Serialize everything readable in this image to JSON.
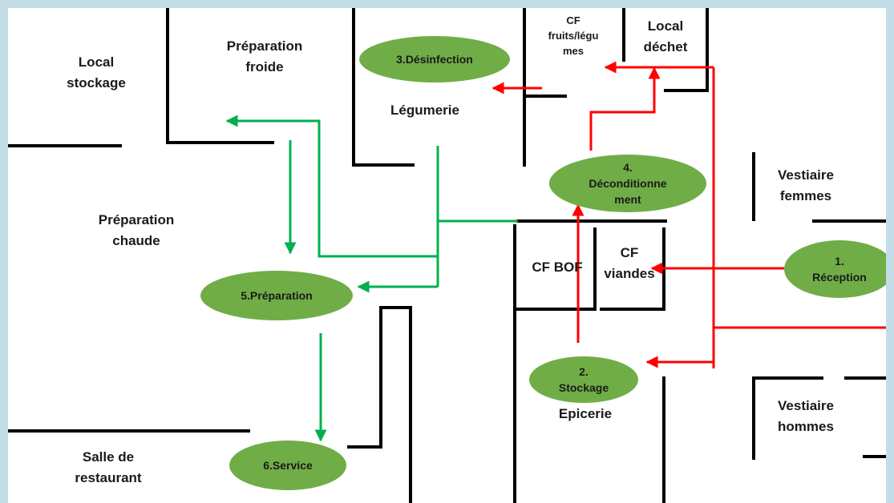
{
  "rooms": {
    "local_stockage": "Local\nstockage",
    "preparation_froide": "Préparation\nfroide",
    "legumerie": "Légumerie",
    "cf_fruits_legumes": "CF\nfruits/légu\nmes",
    "local_dechet": "Local\ndéchet",
    "vestiaire_femmes": "Vestiaire\nfemmes",
    "preparation_chaude": "Préparation\nchaude",
    "cf_bof": "CF BOF",
    "cf_viandes": "CF\nviandes",
    "epicerie": "Epicerie",
    "vestiaire_hommes": "Vestiaire\nhommes",
    "salle_restaurant": "Salle de\nrestaurant"
  },
  "steps": {
    "reception": "1.\nRéception",
    "stockage": "2.\nStockage",
    "desinfection": "3.Désinfection",
    "deconditionnement": "4.\nDéconditionne\nment",
    "preparation": "5.Préparation",
    "service": "6.Service"
  },
  "colors": {
    "background_frame": "#c3dde7",
    "walls": "#000000",
    "step_fill": "#70ad47",
    "raw_flow": "#ff0000",
    "clean_flow": "#00b050"
  }
}
